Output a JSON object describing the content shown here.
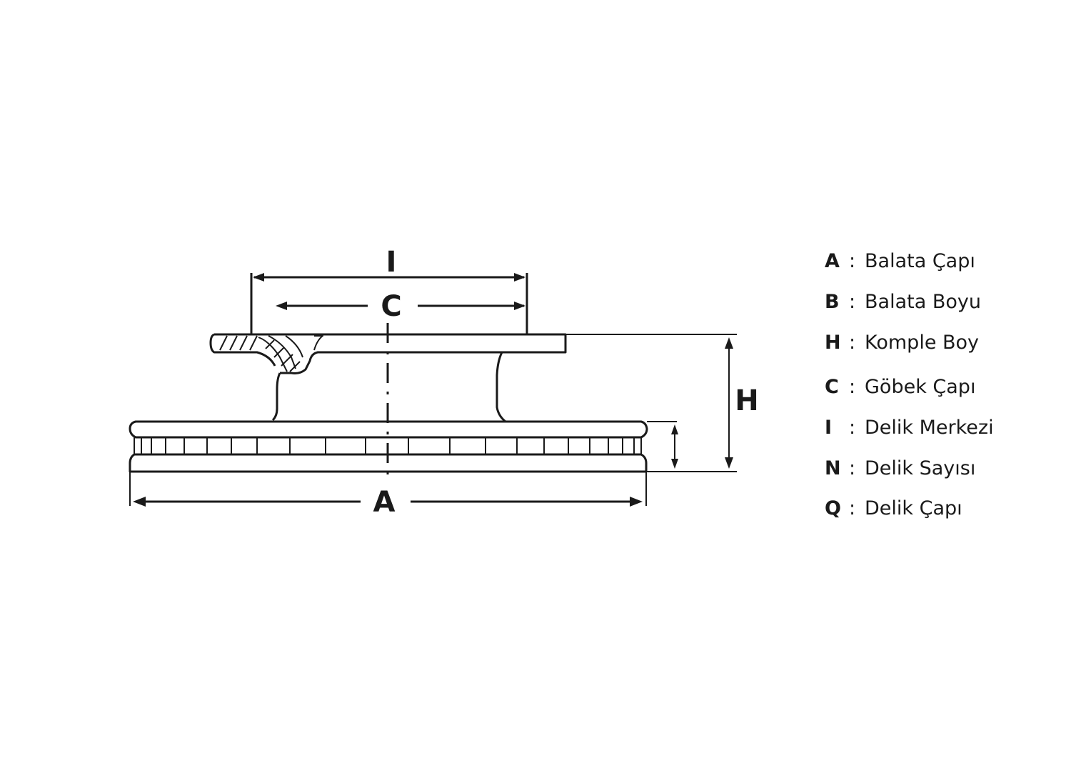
{
  "dimension_labels": {
    "I": "I",
    "C": "C",
    "H": "H",
    "A": "A"
  },
  "legend": [
    {
      "key": "A",
      "sep": ":",
      "text": "Balata Çapı"
    },
    {
      "key": "B",
      "sep": ":",
      "text": "Balata Boyu"
    },
    {
      "key": "H",
      "sep": ":",
      "text": "Komple Boy"
    },
    {
      "key": "C",
      "sep": ":",
      "text": "Göbek Çapı"
    },
    {
      "key": "I",
      "sep": ":",
      "text": "Delik Merkezi"
    },
    {
      "key": "N",
      "sep": ":",
      "text": "Delik Sayısı"
    },
    {
      "key": "Q",
      "sep": ":",
      "text": "Delik Çapı"
    }
  ],
  "colors": {
    "line": "#1a1a1a",
    "background": "#ffffff"
  }
}
